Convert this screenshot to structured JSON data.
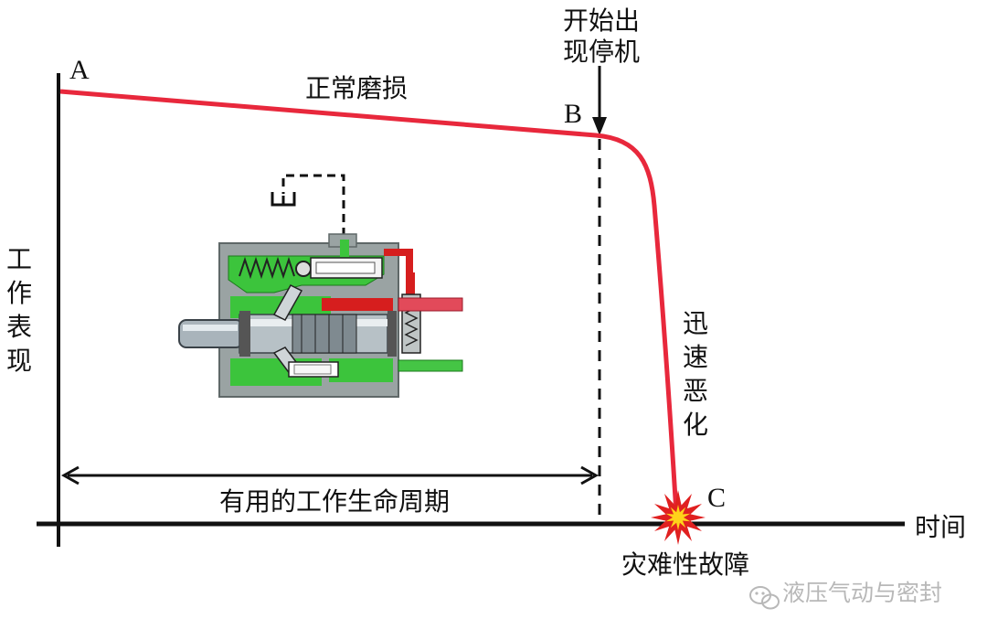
{
  "colors": {
    "curve": "#e8283c",
    "axis": "#111111",
    "explosion_outer": "#e02020",
    "explosion_inner": "#ffd21a",
    "pump_body": "#9aa3a3",
    "pump_green": "#3cc43c",
    "pump_red": "#d61e1e",
    "watermark": "#b8b8b8"
  },
  "labels": {
    "y_axis": "工作表现",
    "x_axis": "时间",
    "point_a": "A",
    "point_b": "B",
    "point_c": "C",
    "normal_wear": "正常磨损",
    "stop_onset": "开始出现停机",
    "rapid_deterioration": "迅速恶化",
    "useful_life": "有用的工作生命周期",
    "catastrophic_failure": "灾难性故障"
  },
  "watermark": {
    "icon": "wechat-icon",
    "text": "液压气动与密封"
  },
  "illustration": {
    "name": "hydraulic-pump-cross-section"
  }
}
